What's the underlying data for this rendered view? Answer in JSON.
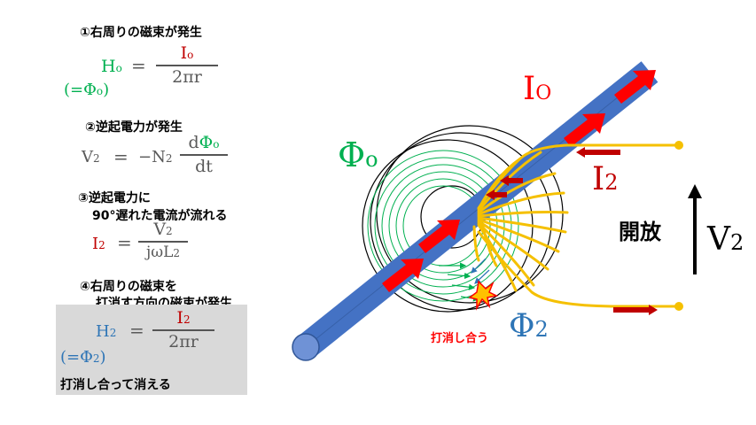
{
  "colors": {
    "conductor_blue": "#4472c4",
    "conductor_dark": "#2f5597",
    "arrow_red": "#ff0000",
    "flux_green": "#00b050",
    "flux2_blue": "#2e75b6",
    "coil_yellow": "#f5c000",
    "current_dark_red": "#c00000",
    "formula_gray": "#595959",
    "box_gray": "#d9d9d9"
  },
  "step1": {
    "label": "①右周りの磁束が発生",
    "lhs": "H",
    "lhs_sub": "o",
    "eq": "=",
    "num": "I",
    "num_sub": "o",
    "den": "2πr",
    "note": "(=Φ",
    "note_sub": "o",
    "note_close": ")"
  },
  "step2": {
    "label": "②逆起電力が発生",
    "lhs": "V",
    "lhs_sub": "2",
    "eq": "=",
    "coef": "−N",
    "coef_sub": "2",
    "num_d": "d",
    "num_phi": "Φ",
    "num_sub": "o",
    "den": "dt"
  },
  "step3": {
    "label_line1": "③逆起電力に",
    "label_line2": "90°遅れた電流が流れる",
    "lhs": "I",
    "lhs_sub": "2",
    "eq": "=",
    "num": "V",
    "num_sub": "2",
    "den": "jωL",
    "den_sub": "2"
  },
  "step4": {
    "label_line1": "④右周りの磁束を",
    "label_line2": "打消す方向の磁束が発生",
    "lhs": "H",
    "lhs_sub": "2",
    "eq": "=",
    "num": "I",
    "num_sub": "2",
    "den": "2πr",
    "note": "(=Φ",
    "note_sub": "2",
    "note_close": ")",
    "caption": "打消し合って消える"
  },
  "diagram": {
    "i0_label": "I",
    "i0_sub": "O",
    "i2_label": "I",
    "i2_sub": "2",
    "phi0_label": "Φ",
    "phi0_sub": "o",
    "phi2_label": "Φ",
    "phi2_sub": "2",
    "cancel_label": "打消し合う",
    "open_label": "開放",
    "v2_label": "V",
    "v2_sub": "2"
  }
}
